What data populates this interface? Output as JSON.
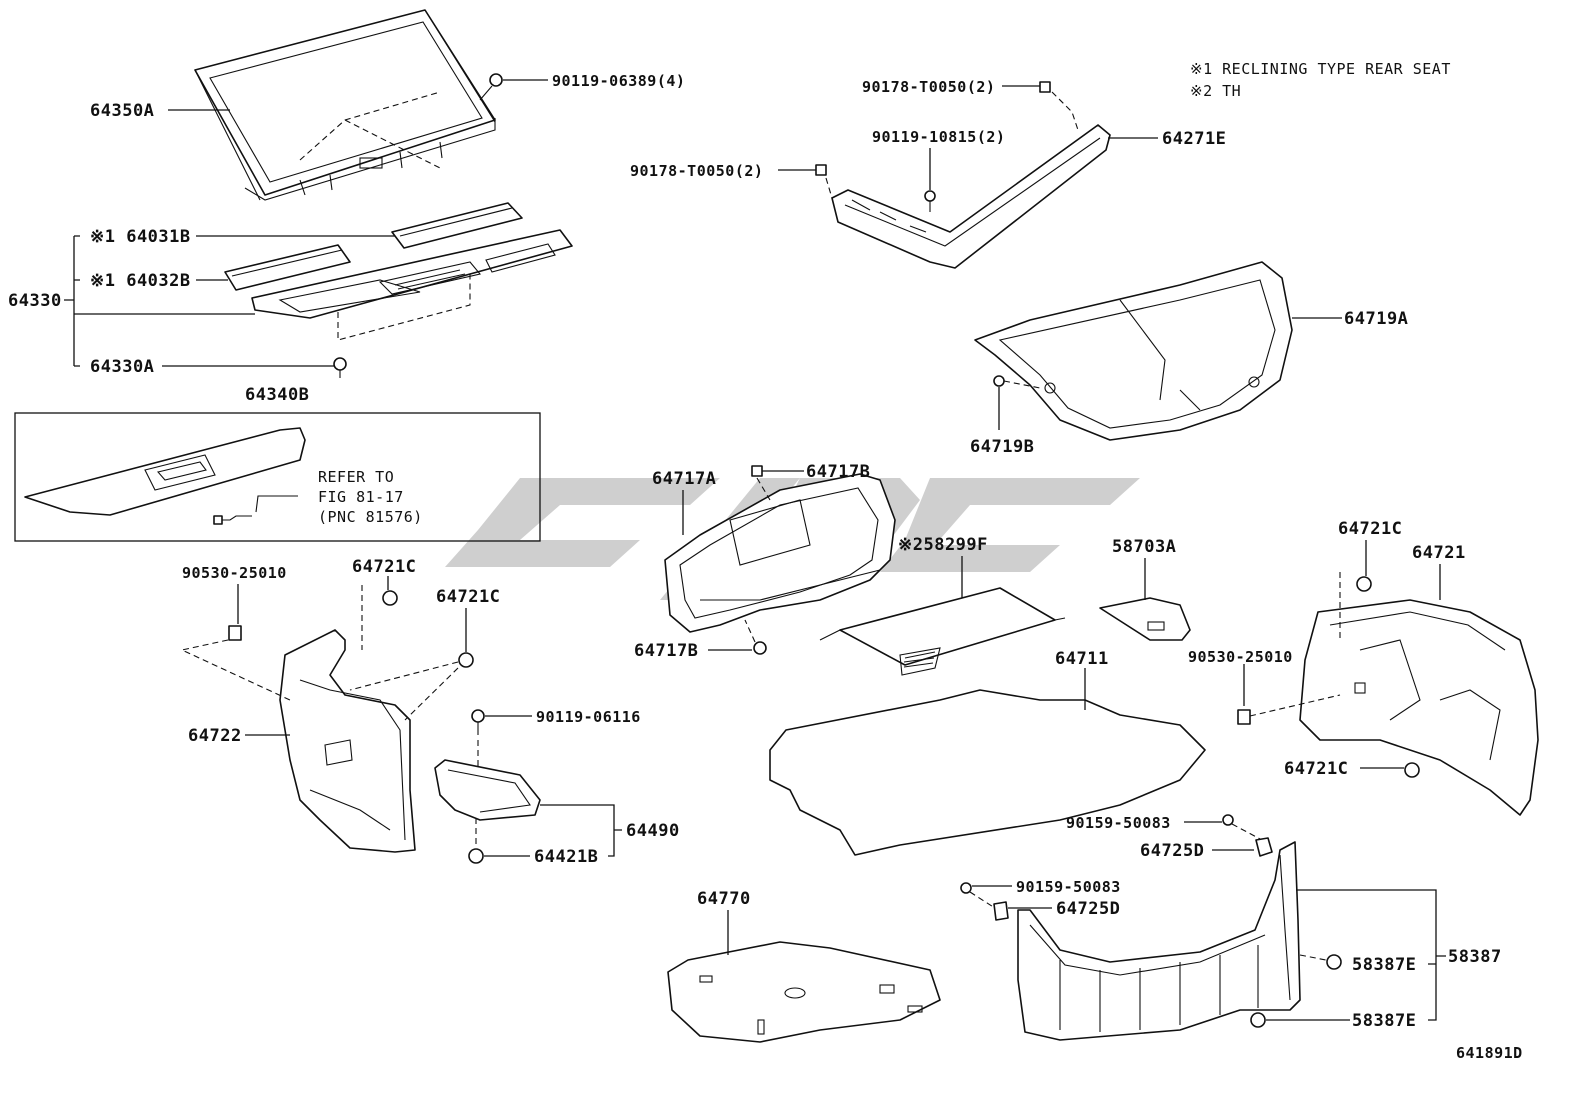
{
  "notes": [
    "※1 RECLINING TYPE REAR SEAT",
    "※2 TH"
  ],
  "figure_code": "641891D",
  "refer_box": {
    "part": "64340B",
    "lines": [
      "REFER TO",
      "FIG 81-17",
      "(PNC 81576)"
    ]
  },
  "labels": {
    "p64350A": "64350A",
    "p90119_06389": "90119-06389(4)",
    "p64031B": "※1 64031B",
    "p64032B": "※1 64032B",
    "p64330": "64330",
    "p64330A": "64330A",
    "p90178_T0050_a": "90178-T0050(2)",
    "p90119_10815": "90119-10815(2)",
    "p64271E": "64271E",
    "p90178_T0050_b": "90178-T0050(2)",
    "p64719A": "64719A",
    "p64719B": "64719B",
    "p64717A": "64717A",
    "p64717B_a": "64717B",
    "p64717B_b": "64717B",
    "p58299F": "※258299F",
    "p58703A": "58703A",
    "p64721C_right_top": "64721C",
    "p64721": "64721",
    "p90530_25010_right": "90530-25010",
    "p64721C_right_bottom": "64721C",
    "p90530_25010_left": "90530-25010",
    "p64721C_left_a": "64721C",
    "p64721C_left_b": "64721C",
    "p64722": "64722",
    "p90119_06116": "90119-06116",
    "p64490": "64490",
    "p64421B": "64421B",
    "p64711": "64711",
    "p90159_50083_a": "90159-50083",
    "p64725D_a": "64725D",
    "p90159_50083_b": "90159-50083",
    "p64725D_b": "64725D",
    "p58387": "58387",
    "p58387E_a": "58387E",
    "p58387E_b": "58387E",
    "p64770": "64770"
  }
}
